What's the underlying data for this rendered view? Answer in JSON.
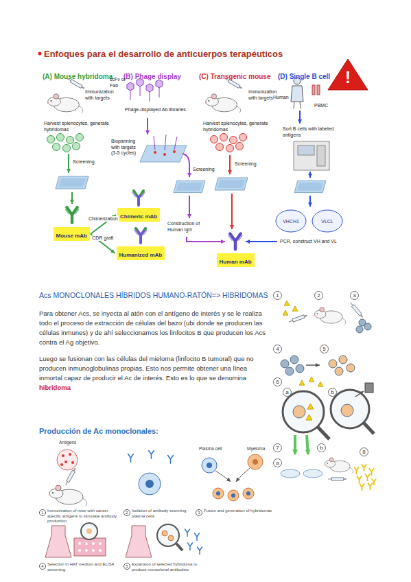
{
  "diagram": {
    "title": "Enfoques para el desarrollo de anticuerpos terapéuticos",
    "nodes": [
      {
        "text": [
          "Mouse mAb"
        ]
      },
      {
        "text": [
          "Chimeric mAb"
        ]
      },
      {
        "text": [
          "Humanized mAb"
        ]
      },
      {
        "text": [
          "Human mAb"
        ]
      },
      {
        "text": [
          "VHCH1"
        ]
      },
      {
        "text": [
          "VLCL"
        ]
      }
    ],
    "edges": [
      {
        "from": 0,
        "to": 1,
        "label": "Chimerization",
        "arrow": "to"
      },
      {
        "from": 0,
        "to": 2,
        "label": "CDR graft",
        "arrow": "to"
      }
    ],
    "labels": [
      "(A) Mouse hybridoma",
      "(B) Phage display",
      "(C) Transgenic mouse",
      "(D) Single B cell",
      "Immunization with targets",
      "Harvest splenocytes, generate hybridomas",
      "Screening",
      "scFv or Fab",
      "Phage-displayed Ab libraries",
      "Biopanning with targets (3-5 cycles)",
      "Screening",
      "Construction of Human IgG",
      "Immunization with targets",
      "Harvest splenocytes, generate hybridomas",
      "Screening",
      "Human",
      "PBMC",
      "Sort B cells with labeled antigens",
      "PCR, construct VH and VL",
      "!",
      "Acs MONOCLONALES HÍBRIDOS HUMANO-RATÓN=> HIBRIDOMAS",
      "Para obtener Acs, se inyecta al atón con el antígeno de interés y se le realiza todo el proceso de extracción de células del bazo (ubi donde se producen las células inmunes) y de ahí seleccionamos los linfocitos B que producen los Acs contra el Ag objetivo.",
      "Luego se fusionan con las células del mieloma (linfocito B tumoral) que no producen inmunoglobulinas propias. Esto nos permite obtener una línea inmortal capaz de producir el Ac de interés. Esto es lo que se denomina",
      "hibridoma",
      "Producción de Ac monoclonales:",
      "Antigens",
      "Plasma cell",
      "Myeloma",
      "1",
      "Immunization of mice with cancer specific antigens to stimulate antibody production.",
      "2",
      "Isolation of antibody secreting plasma cells",
      "3",
      "Fusion and generation of hybridomas",
      "4",
      "Selection in HAT medium and ELISA screening",
      "5",
      "Expansion of selected hybridoma to produce monoclonal antibodies",
      "1",
      "2",
      "3",
      "4",
      "5",
      "6",
      "a",
      "b",
      "7",
      "a",
      "b",
      "8"
    ]
  }
}
